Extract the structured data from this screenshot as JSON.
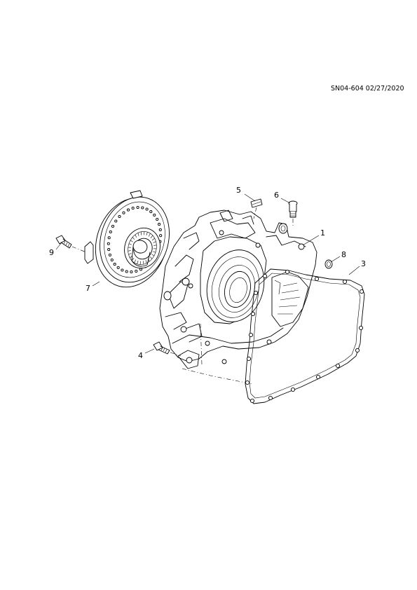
{
  "header": {
    "ref_code": "SN04-604 02/27/2020"
  },
  "callouts": {
    "c1": "1",
    "c3": "3",
    "c4": "4",
    "c5": "5",
    "c6": "6",
    "c7": "7",
    "c8": "8",
    "c9": "9"
  }
}
